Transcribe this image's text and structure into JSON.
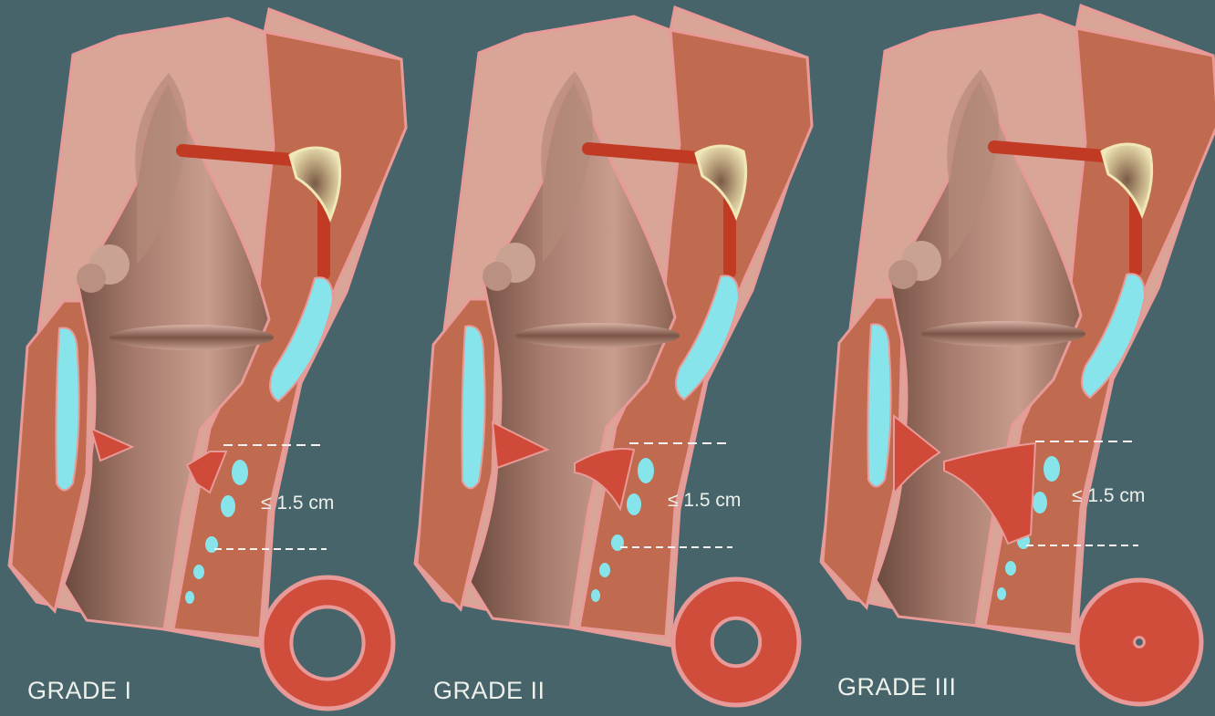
{
  "panels": [
    {
      "grade": "GRADE I",
      "measure": "≤ 1.5 cm",
      "lumen_fraction": 0.55
    },
    {
      "grade": "GRADE II",
      "measure": "≤ 1.5 cm",
      "lumen_fraction": 0.38
    },
    {
      "grade": "GRADE III",
      "measure": "≤ 1.5 cm",
      "lumen_fraction": 0.08
    }
  ],
  "colors": {
    "background": "#46646a",
    "mucosa_outline": "#e89a98",
    "tissue": "#c06a4f",
    "skin": "#d9a596",
    "cartilage": "#86e4ea",
    "vessel": "#c13a24",
    "bone": "#efe7b5",
    "stenosis": "#cf4a38"
  }
}
